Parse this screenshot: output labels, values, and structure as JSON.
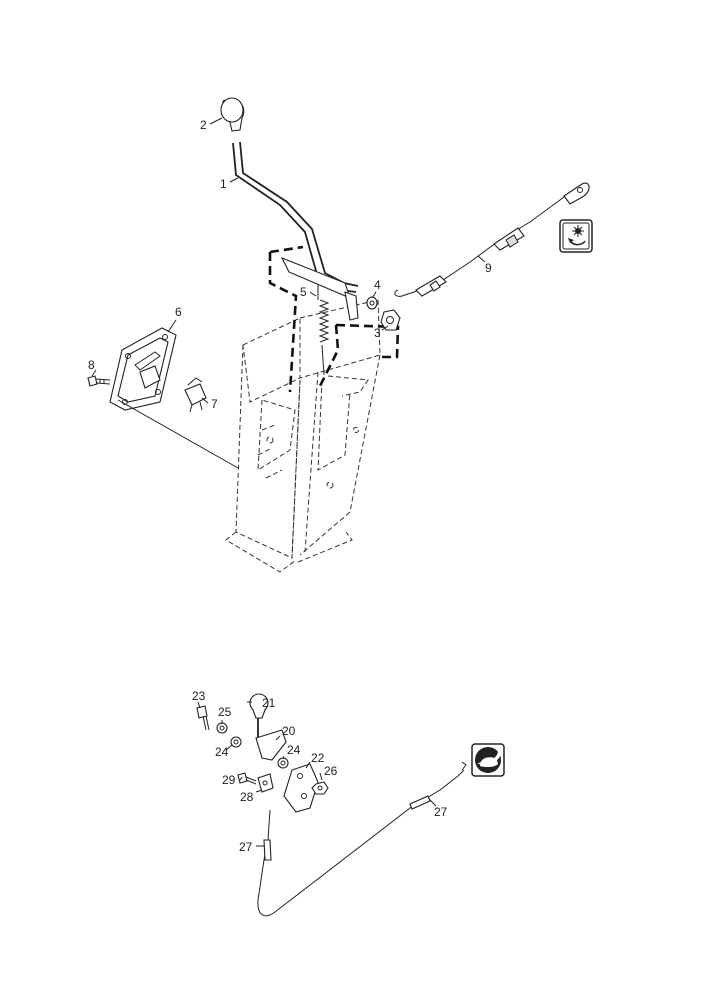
{
  "callouts": {
    "c1": "1",
    "c2": "2",
    "c3": "3",
    "c4": "4",
    "c5": "5",
    "c6": "6",
    "c7": "7",
    "c8": "8",
    "c9": "9",
    "c20": "20",
    "c21": "21",
    "c22": "22",
    "c23": "23",
    "c24a": "24",
    "c24b": "24",
    "c25": "25",
    "c26": "26",
    "c27a": "27",
    "c27b": "27",
    "c28": "28",
    "c29": "29"
  },
  "icons": {
    "upper": "mode-change-icon",
    "lower": "fast-speed-rabbit-icon"
  },
  "colors": {
    "line": "#222222",
    "background": "#ffffff"
  }
}
